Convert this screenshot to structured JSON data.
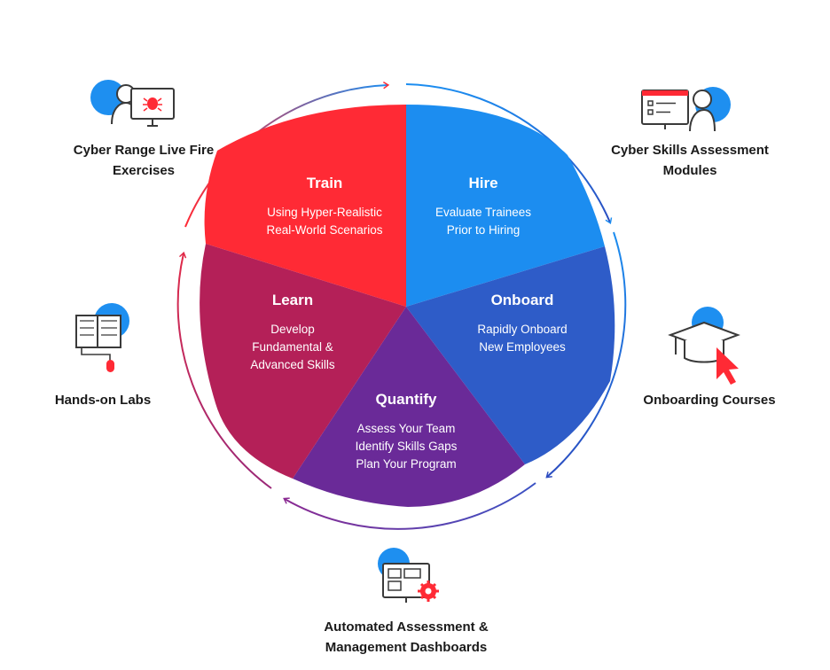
{
  "colors": {
    "train": "#ff2a35",
    "hire": "#1c8df0",
    "onboard": "#2e5cc8",
    "quantify": "#6a2a98",
    "learn": "#b42058",
    "icon_blue": "#1e8ff0",
    "icon_outline": "#3a3a3a",
    "icon_accent": "#ff2a35"
  },
  "segments": [
    {
      "key": "train",
      "title": "Train",
      "lines": [
        "Using Hyper-Realistic",
        "Real-World Scenarios"
      ]
    },
    {
      "key": "hire",
      "title": "Hire",
      "lines": [
        "Evaluate Trainees",
        "Prior to Hiring"
      ]
    },
    {
      "key": "onboard",
      "title": "Onboard",
      "lines": [
        "Rapidly Onboard",
        "New Employees"
      ]
    },
    {
      "key": "quantify",
      "title": "Quantify",
      "lines": [
        "Assess Your Team",
        "Identify Skills Gaps",
        "Plan Your Program"
      ]
    },
    {
      "key": "learn",
      "title": "Learn",
      "lines": [
        "Develop",
        "Fundamental &",
        "Advanced Skills"
      ]
    }
  ],
  "outer_items": {
    "cyber_range": {
      "lines": [
        "Cyber Range Live Fire",
        "Exercises"
      ],
      "icon": "monitor-bug-icon"
    },
    "skills_assessment": {
      "lines": [
        "Cyber Skills Assessment",
        "Modules"
      ],
      "icon": "assessment-monitor-icon"
    },
    "onboarding_courses": {
      "lines": [
        "Onboarding Courses"
      ],
      "icon": "graduation-cap-icon"
    },
    "automated_dashboards": {
      "lines": [
        "Automated Assessment &",
        "Management Dashboards"
      ],
      "icon": "dashboard-gear-icon"
    },
    "hands_on_labs": {
      "lines": [
        "Hands-on Labs"
      ],
      "icon": "book-mouse-icon"
    }
  }
}
